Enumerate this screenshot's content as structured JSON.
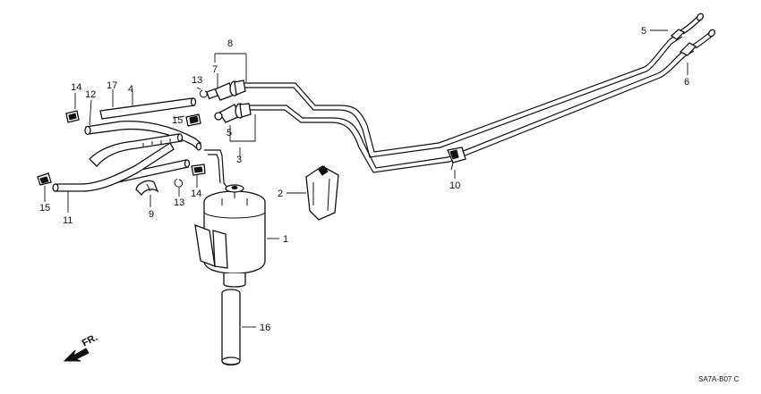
{
  "callouts": {
    "c1": "1",
    "c2": "2",
    "c3": "3",
    "c4": "4",
    "c5a": "5",
    "c5b": "5",
    "c6": "6",
    "c7": "7",
    "c8": "8",
    "c9": "9",
    "c10": "10",
    "c11": "11",
    "c12": "12",
    "c13a": "13",
    "c13b": "13",
    "c14a": "14",
    "c14b": "14",
    "c15a": "15",
    "c15b": "15",
    "c16": "16",
    "c17": "17"
  },
  "direction_label": "FR.",
  "diagram_code": "SA7A-B07 C"
}
